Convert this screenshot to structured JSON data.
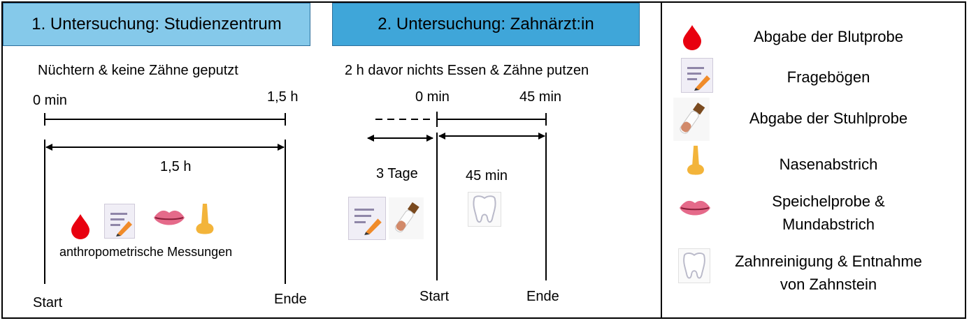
{
  "panel1": {
    "header": "1. Untersuchung: Studienzentrum",
    "condition": "Nüchtern & keine Zähne geputzt",
    "time_start": "0 min",
    "time_end": "1,5 h",
    "duration": "1,5 h",
    "measurements": "anthropometrische Messungen",
    "start": "Start",
    "end": "Ende"
  },
  "panel2": {
    "header": "2. Untersuchung: Zahnärzt:in",
    "condition": "2 h davor nichts Essen & Zähne putzen",
    "time_start": "0 min",
    "time_end": "45 min",
    "pre_duration": "3 Tage",
    "duration": "45 min",
    "start": "Start",
    "end": "Ende"
  },
  "legend": {
    "blood": "Abgabe der Blutprobe",
    "questionnaire": "Fragebögen",
    "stool": "Abgabe der Stuhlprobe",
    "nose": "Nasenabstrich",
    "saliva_line1": "Speichelprobe &",
    "saliva_line2": "Mundabstrich",
    "tooth_line1": "Zahnreinigung & Entnahme",
    "tooth_line2": "von Zahnstein"
  },
  "colors": {
    "header1": "#85c9ea",
    "header2": "#3fa6d9",
    "blood": "#e8000f",
    "nose": "#f3b43a",
    "lips": "#e56a8a"
  }
}
